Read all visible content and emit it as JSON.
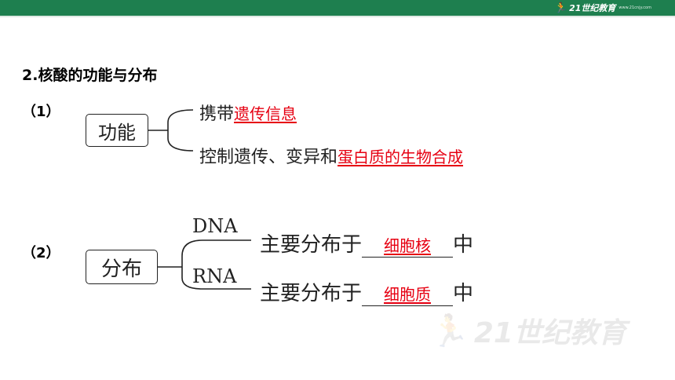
{
  "logo": {
    "text": "21世纪教育",
    "url": "www.21cnjy.com"
  },
  "heading": "2.核酸的功能与分布",
  "section1": {
    "number": "（1）",
    "box_label": "功能",
    "branch1": {
      "prefix": "携带",
      "answer": "遗传信息"
    },
    "branch2": {
      "prefix": "控制遗传、变异和",
      "answer": "蛋白质的生物合成"
    }
  },
  "section2": {
    "number": "（2）",
    "box_label": "分布",
    "branch1": {
      "label": "DNA",
      "prefix": "主要分布于",
      "answer": "细胞核",
      "suffix": "中"
    },
    "branch2": {
      "label": "RNA",
      "prefix": "主要分布于",
      "answer": "细胞质",
      "suffix": "中"
    }
  },
  "watermark": {
    "text": "21世纪教育"
  }
}
